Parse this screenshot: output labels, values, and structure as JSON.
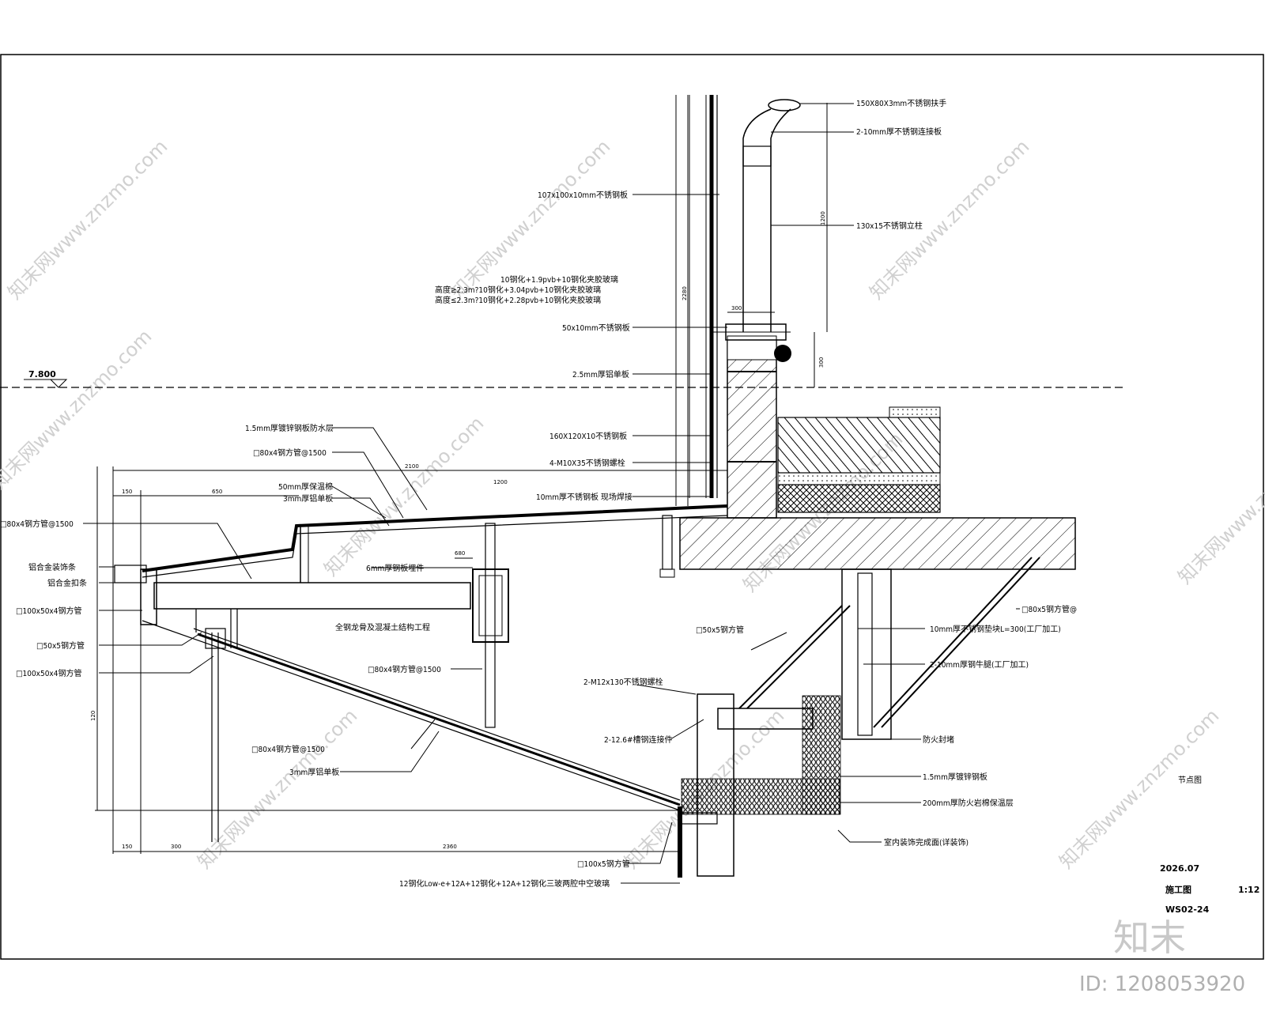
{
  "labels_right": {
    "l1": "150X80X3mm不锈钢扶手",
    "l2": "2-10mm厚不锈钢连接板",
    "l3": "130x15不锈钢立柱",
    "l4": "10mm厚不锈钢垫块L=300(工厂加工)",
    "l5": "2-10mm厚钢牛腿(工厂加工)",
    "l6": "□80x5钢方管@",
    "l7": "防火封堵",
    "l8": "1.5mm厚镀锌钢板",
    "l9": "200mm厚防火岩棉保温层",
    "l10": "室内装饰完成面(详装饰)",
    "l11": "节点图"
  },
  "labels_left": {
    "a1": "107x100x10mm不锈钢板",
    "a2": "10钢化+1.9pvb+10钢化夹胶玻璃",
    "a3": "高度≥2.3m?10钢化+3.04pvb+10钢化夹胶玻璃",
    "a4": "高度≤2.3m?10钢化+2.28pvb+10钢化夹胶玻璃",
    "a5": "50x10mm不锈钢板",
    "a6": "2.5mm厚铝单板",
    "a7": "160X120X10不锈钢板",
    "a8": "4-M10X35不锈钢螺栓",
    "a9": "10mm厚不锈钢板 现场焊接",
    "a10": "1.5mm厚镀锌钢板防水层",
    "a11": "□80x4钢方管@1500",
    "a12": "50mm厚保温棉",
    "a13": "3mm厚铝单板",
    "a14": "□80x4钢方管@1500",
    "a15": "6mm厚钢板埋件",
    "a16": "铝合金装饰条",
    "a17": "铝合金扣条",
    "a18": "□100x50x4钢方管",
    "a19": "□50x5钢方管",
    "a20": "□100x50x4钢方管",
    "a21": "□80x4钢方管@1500",
    "a22": "全钢龙骨及混凝土结构工程",
    "a23": "□80x4钢方管@1500",
    "a24": "3mm厚铝单板",
    "a25": "□50x5钢方管",
    "a26": "2-M12x130不锈钢螺栓",
    "a27": "2-12.6#槽钢连接件",
    "a28": "□100x5钢方管",
    "a29": "12钢化Low-e+12A+12钢化+12A+12钢化三玻两腔中空玻璃",
    "elev": "7.800"
  },
  "dims": {
    "d1": "150",
    "d2": "650",
    "d3": "2100",
    "d4": "1200",
    "d5": "150",
    "d6": "300",
    "d7": "2360",
    "d8": "2280",
    "d9": "1200",
    "d10": "300",
    "d11": "680",
    "d12": "300",
    "d13": "120"
  },
  "titleblock": {
    "date": "2026.07",
    "type": "施工图",
    "scale": "1:12",
    "code": "WS02-24"
  },
  "watermark": {
    "text": "知末网www.znzmo.com",
    "logo": "知末",
    "id": "ID: 1208053920"
  }
}
